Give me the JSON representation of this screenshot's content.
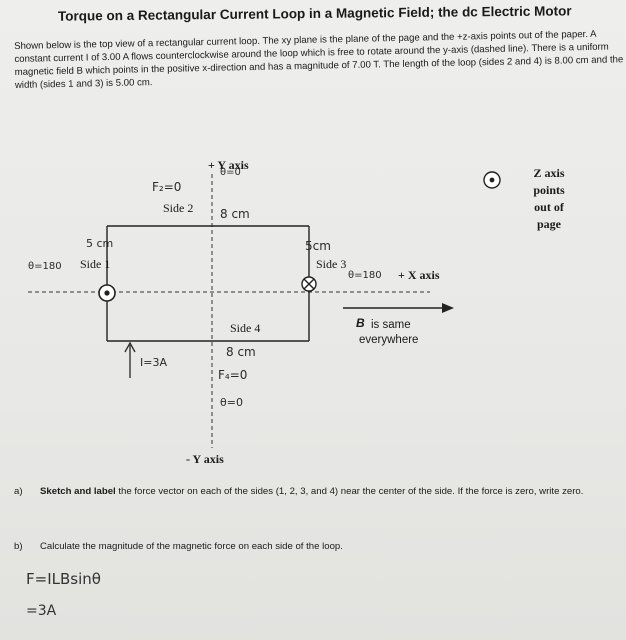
{
  "header": {
    "title": "Torque on a Rectangular Current Loop in a Magnetic Field; the dc Electric Motor"
  },
  "intro": {
    "text": "Shown below is the top view of a rectangular current loop. The xy plane is the plane of the page and the +z-axis points out of the paper. A constant current I of 3.00 A flows counterclockwise around the loop which is free to rotate around the y-axis (dashed line). There is a uniform magnetic field B which points in the positive x-direction and has a magnitude of 7.00 T.  The length of the loop (sides 2 and 4) is 8.00 cm and the width (sides 1 and 3) is 5.00 cm."
  },
  "diagram": {
    "y_axis_top": "+ Y axis",
    "y_axis_bottom": "- Y axis",
    "x_axis": "+ X axis",
    "z_axis_note": "Z axis points out of page",
    "side1": "Side 1",
    "side2": "Side 2",
    "side3": "Side 3",
    "side4": "Side 4",
    "b_note": "is same everywhere",
    "b_symbol": "B",
    "handwritten": {
      "theta_top": "θ=0",
      "f2": "F₂=0",
      "len_top": "8 cm",
      "width_left": "5 cm",
      "theta_left": "θ=180",
      "width_right": "5cm",
      "theta_right": "θ=180",
      "current": "I=3A",
      "len_bottom": "8 cm",
      "f4": "F₄=0",
      "theta_bottom": "θ=0"
    }
  },
  "questions": [
    {
      "letter": "a)",
      "bold": "Sketch and label",
      "rest": " the force vector on each of the sides (1, 2, 3, and 4) near the center of the side.  If the force is zero, write zero."
    },
    {
      "letter": "b)",
      "bold": "",
      "rest": "Calculate the magnitude of the magnetic force on each side of the loop."
    }
  ],
  "answer": {
    "line1": "F=ILBsinθ",
    "line2": "=3A"
  }
}
